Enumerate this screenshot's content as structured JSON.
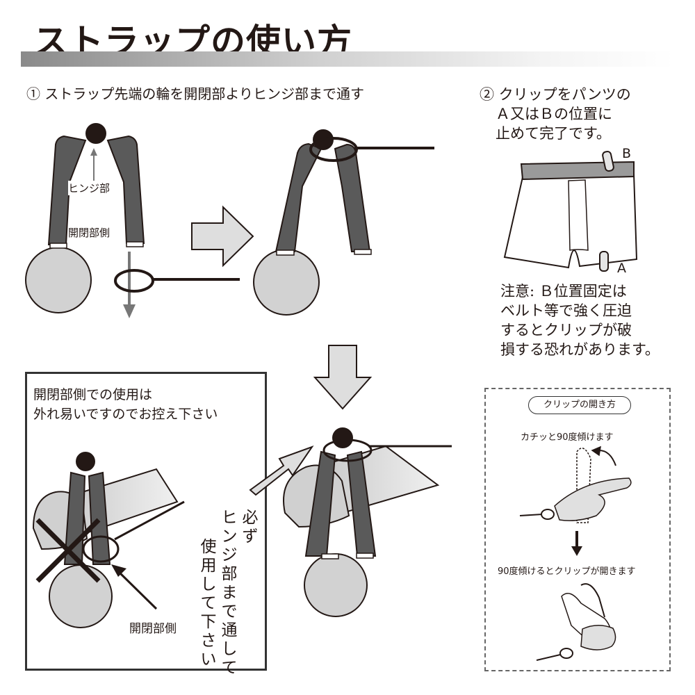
{
  "title": "ストラップの使い方",
  "step1": {
    "text": "① ストラップ先端の輪を開閉部よりヒンジ部まで通す"
  },
  "labels": {
    "hinge": "ヒンジ部",
    "open_side": "開閉部側",
    "pos_b": "B",
    "pos_a": "A"
  },
  "step2": {
    "lines": [
      "② クリップをパンツの",
      "Ａ又はＢの位置に",
      "止めて完了です。"
    ]
  },
  "caution": {
    "lines": [
      "注意: Ｂ位置固定は",
      "ベルト等で強く圧迫",
      "するとクリップが破",
      "損する恐れがあります。"
    ]
  },
  "warning": {
    "lines": [
      "開閉部側での使用は",
      "外れ易いですのでお控え下さい"
    ],
    "open_side_label": "開閉部側"
  },
  "instruction": {
    "columns": [
      "必ず",
      "ヒンジ部まで通して",
      "使用して下さい"
    ]
  },
  "clip": {
    "title": "クリップの開き方",
    "caption1": "カチッと90度傾けます",
    "caption2": "90度傾けるとクリップが開きます"
  },
  "colors": {
    "strap": "#5a5a5a",
    "ring": "#d2d2d2",
    "arrow": "#dedede",
    "outline": "#231815"
  }
}
